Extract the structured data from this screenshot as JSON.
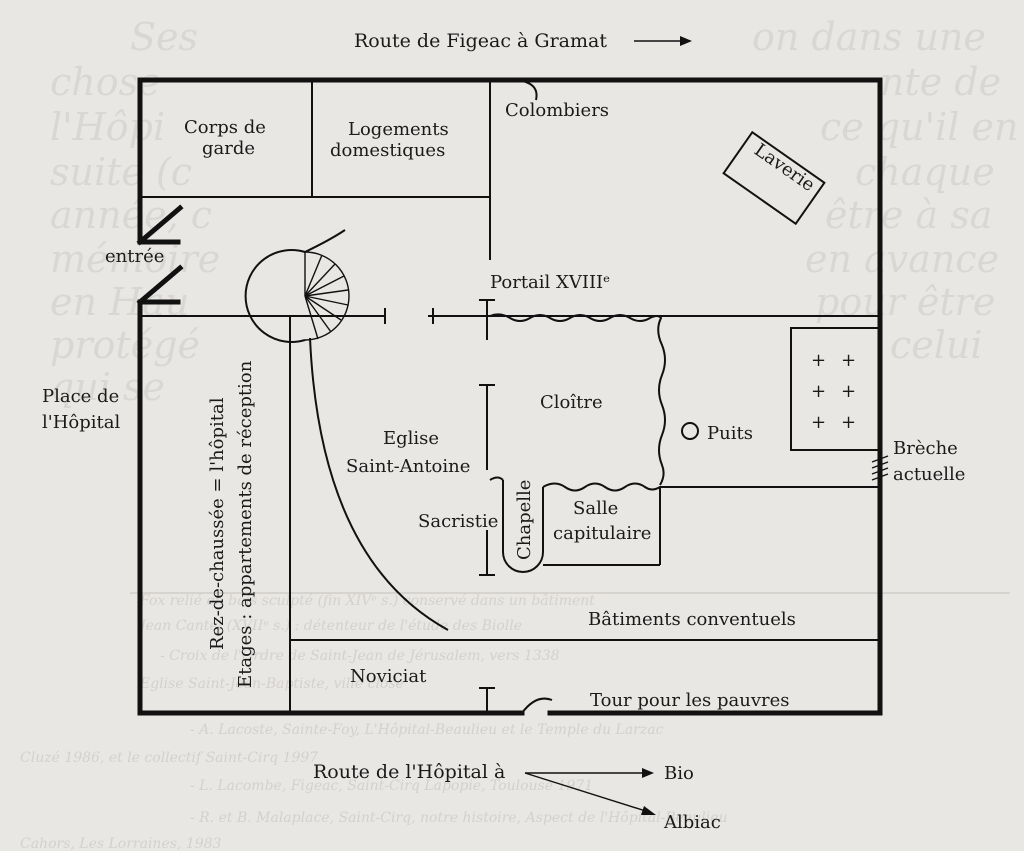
{
  "plan": {
    "roads": {
      "north": "Route de Figeac à Gramat",
      "south": "Route de l'Hôpital à",
      "south_dest_1": "Bio",
      "south_dest_2": "Albiac"
    },
    "square": {
      "line1": "Place de",
      "line2": "l'Hôpital"
    },
    "entrance": "entrée",
    "breach": {
      "line1": "Brèche",
      "line2": "actuelle"
    },
    "rooms": {
      "corps_de_garde": {
        "line1": "Corps de",
        "line2": "garde"
      },
      "logements": {
        "line1": "Logements",
        "line2": "domestiques"
      },
      "colombiers": "Colombiers",
      "laverie": "Laverie",
      "portail": "Portail XVIIIᵉ",
      "cloitre": "Cloître",
      "puits": "Puits",
      "eglise": {
        "line1": "Eglise",
        "line2": "Saint-Antoine"
      },
      "sacristie": "Sacristie",
      "chapelle": "Chapelle",
      "salle_capitulaire": {
        "line1": "Salle",
        "line2": "capitulaire"
      },
      "batiments": "Bâtiments conventuels",
      "noviciat": "Noviciat",
      "tour": "Tour pour les pauvres",
      "west_wing_line1": "Rez-de-chaussée = l'hôpital",
      "west_wing_line2": "Etages : appartements de réception"
    },
    "garden_marks": [
      "+",
      "+",
      "+",
      "+",
      "+",
      "+"
    ]
  },
  "background": {
    "lines": [
      "Ses",
      "chose",
      "l'Hôpi",
      "suite (c",
      "année, c",
      "mémoire",
      "en Hau",
      "protégé",
      "qui se"
    ],
    "right_fragments": [
      "on dans une",
      "nte de",
      "ce qu'il en",
      "chaque",
      "être à sa",
      "en avance",
      "pour être",
      "celui"
    ],
    "caption": [
      "Fox relié en bois sculpté (fin XIVᵉ s.) conservé dans un bâtiment",
      "Jean Cantel (XVIIᵉ s.) : détenteur de l'étude des Biolle",
      "- Croix de l'Ordre de Saint-Jean de Jérusalem, vers 1338",
      "Eglise Saint-Jean-Baptiste, ville close",
      "- A. Lacoste, Sainte-Foy, L'Hôpital-Beaulieu et le Temple du Larzac",
      "Cluzé 1986, et le collectif Saint-Cirq 1997",
      "- L. Lacombe, Figeac, Saint-Cirq Lapopie, Toulouse 1971",
      "- R. et B. Malaplace, Saint-Cirq, notre histoire, Aspect de l'Hôpital-Beaulieu",
      "Cahors, Les Lorraines, 1983"
    ]
  }
}
